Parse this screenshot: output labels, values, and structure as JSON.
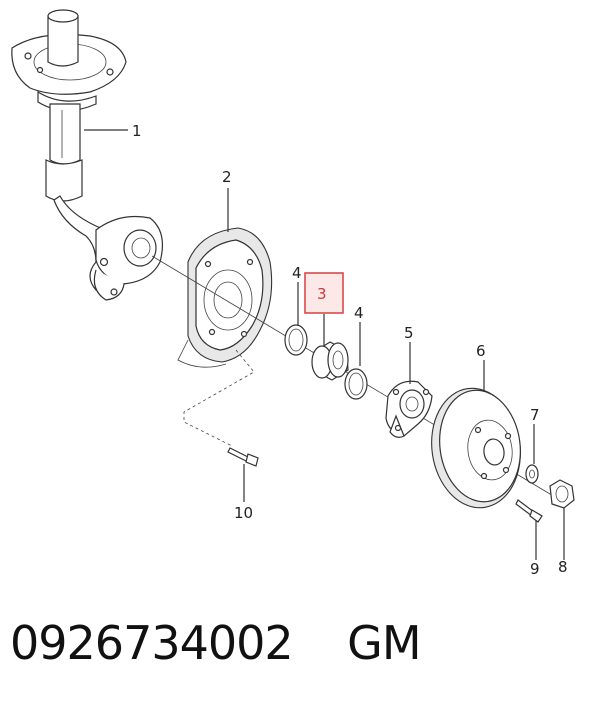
{
  "labels": {
    "p1": "1",
    "p2": "2",
    "p3": "3",
    "p4a": "4",
    "p4b": "4",
    "p5": "5",
    "p6": "6",
    "p7": "7",
    "p8": "8",
    "p9": "9",
    "p10": "10"
  },
  "highlight": {
    "part": "3",
    "color": "#d94a4a"
  },
  "caption": {
    "part_number": "0926734002",
    "brand": "GM"
  }
}
